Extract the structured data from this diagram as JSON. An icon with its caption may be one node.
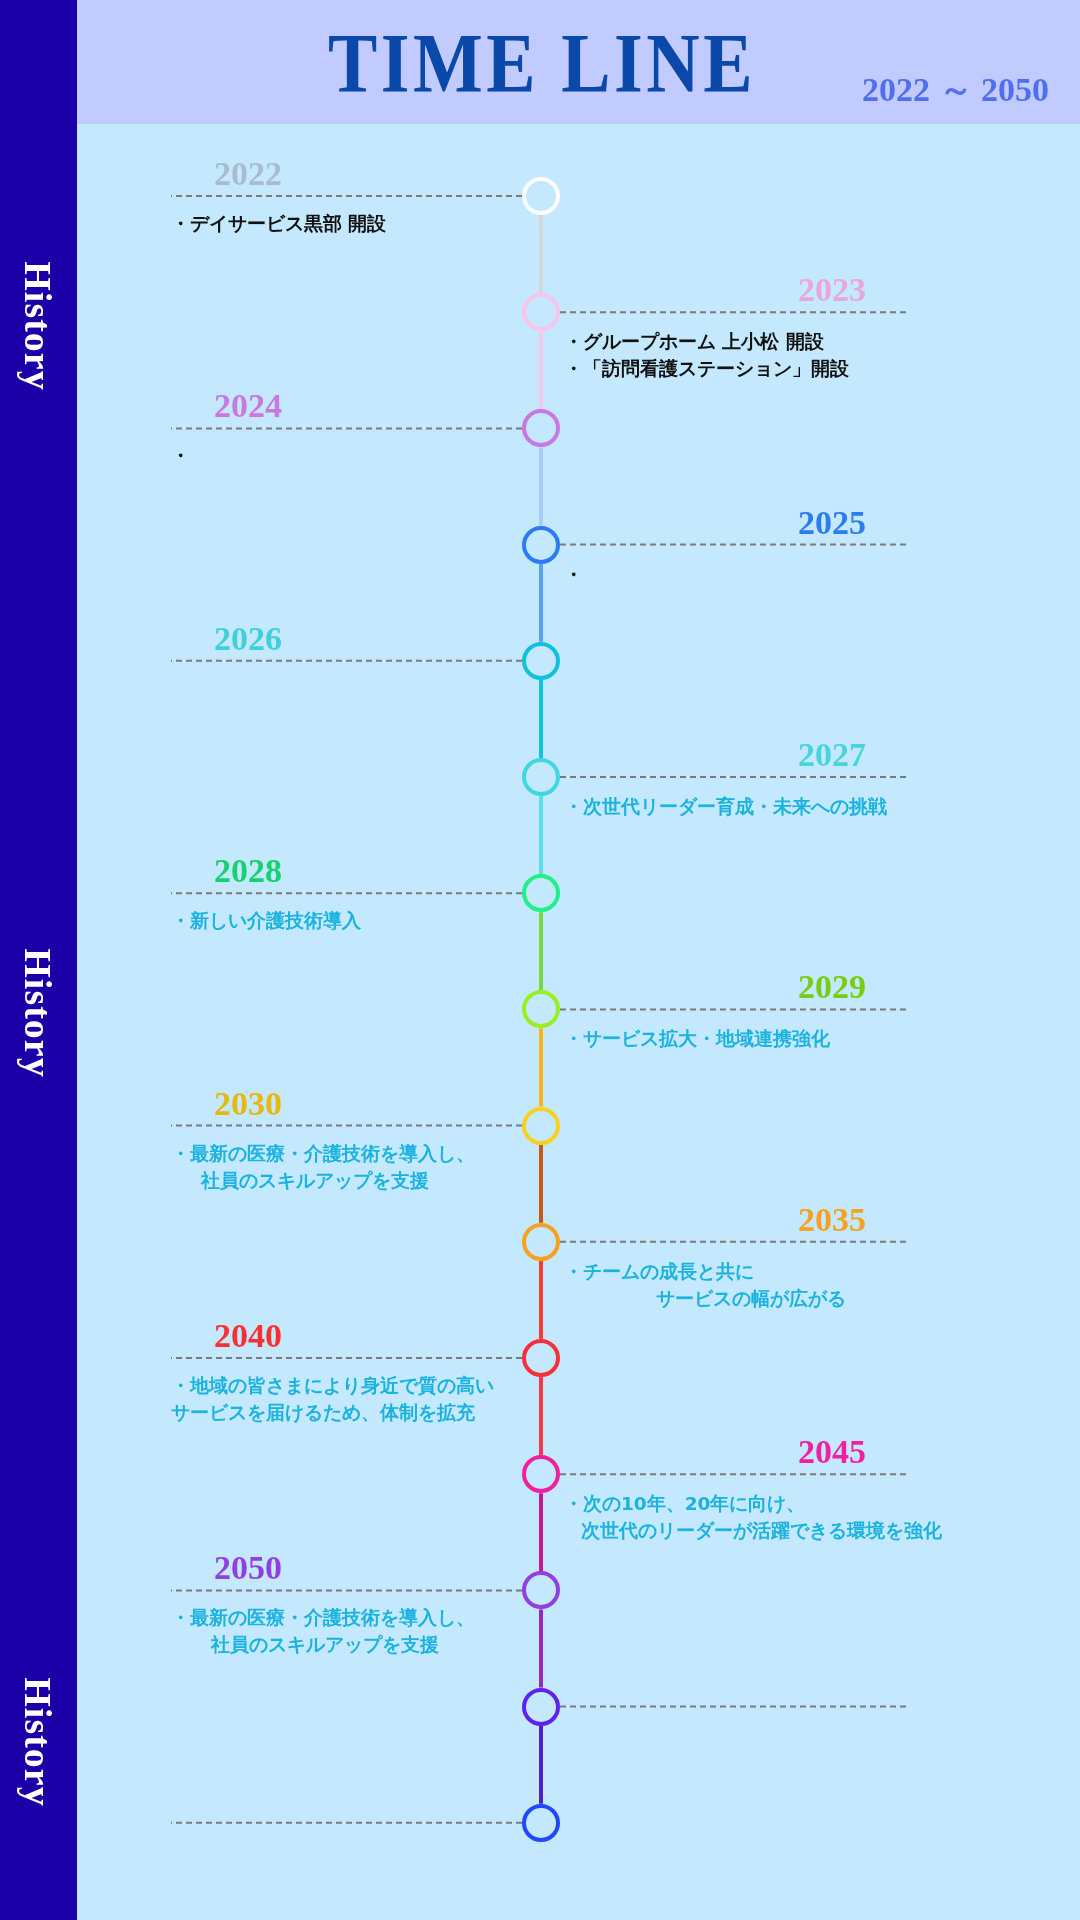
{
  "diagram": {
    "title": "TIME LINE",
    "nodes": [
      {
        "text": [],
        "shape": "circle"
      },
      {
        "text": [],
        "shape": "circle"
      },
      {
        "text": [],
        "shape": "circle"
      },
      {
        "text": [],
        "shape": "circle"
      },
      {
        "text": [],
        "shape": "circle"
      },
      {
        "text": [],
        "shape": "circle"
      },
      {
        "text": [],
        "shape": "circle"
      },
      {
        "text": [],
        "shape": "circle"
      },
      {
        "text": [],
        "shape": "circle"
      },
      {
        "text": [],
        "shape": "circle"
      },
      {
        "text": [],
        "shape": "circle"
      },
      {
        "text": [],
        "shape": "circle"
      },
      {
        "text": [],
        "shape": "circle"
      },
      {
        "text": [],
        "shape": "circle"
      },
      {
        "text": [],
        "shape": "circle"
      }
    ],
    "edges": [
      {
        "from": 0,
        "to": 1,
        "arrow": "none",
        "color": "#d4d8dc"
      },
      {
        "from": 1,
        "to": 2,
        "arrow": "none",
        "color": "#f4c8ec"
      },
      {
        "from": 2,
        "to": 3,
        "arrow": "none",
        "color": "#a8ccf8"
      },
      {
        "from": 3,
        "to": 4,
        "arrow": "none",
        "color": "#5aa0f0"
      },
      {
        "from": 4,
        "to": 5,
        "arrow": "none",
        "color": "#10c4dc"
      },
      {
        "from": 5,
        "to": 6,
        "arrow": "none",
        "color": "#58e0e4"
      },
      {
        "from": 6,
        "to": 7,
        "arrow": "none",
        "color": "#78d848"
      },
      {
        "from": 7,
        "to": 8,
        "arrow": "none",
        "color": "#f8b418"
      },
      {
        "from": 8,
        "to": 9,
        "arrow": "none",
        "color": "#c85818"
      },
      {
        "from": 9,
        "to": 10,
        "arrow": "none",
        "color": "#f83c30"
      },
      {
        "from": 10,
        "to": 11,
        "arrow": "none",
        "color": "#f83848"
      },
      {
        "from": 11,
        "to": 12,
        "arrow": "none",
        "color": "#c81890"
      },
      {
        "from": 12,
        "to": 13,
        "arrow": "none",
        "color": "#9828c0"
      },
      {
        "from": 13,
        "to": 14,
        "arrow": "none",
        "color": "#5020c8"
      },
      {
        "from": 0,
        "to": null,
        "arrow": "none",
        "style": "dashed"
      },
      {
        "from": 1,
        "to": null,
        "arrow": "none",
        "style": "dashed"
      },
      {
        "from": 2,
        "to": null,
        "arrow": "none",
        "style": "dashed"
      },
      {
        "from": 3,
        "to": null,
        "arrow": "none",
        "style": "dashed"
      },
      {
        "from": 4,
        "to": null,
        "arrow": "none",
        "style": "dashed"
      },
      {
        "from": 5,
        "to": null,
        "arrow": "none",
        "style": "dashed"
      },
      {
        "from": 6,
        "to": null,
        "arrow": "none",
        "style": "dashed"
      },
      {
        "from": 7,
        "to": null,
        "arrow": "none",
        "style": "dashed"
      },
      {
        "from": 8,
        "to": null,
        "arrow": "none",
        "style": "dashed"
      },
      {
        "from": 9,
        "to": null,
        "arrow": "none",
        "style": "dashed"
      },
      {
        "from": 10,
        "to": null,
        "arrow": "none",
        "style": "dashed"
      },
      {
        "from": 11,
        "to": null,
        "arrow": "none",
        "style": "dashed"
      },
      {
        "from": 12,
        "to": null,
        "arrow": "none",
        "style": "dashed"
      },
      {
        "from": 13,
        "to": null,
        "arrow": "none",
        "style": "dashed"
      },
      {
        "from": 14,
        "to": null,
        "arrow": "none",
        "style": "dashed"
      }
    ],
    "labels": [
      "2022 ～ 2050",
      "History",
      "History",
      "History",
      "2022",
      "・デイサービス黒部 開設",
      "2023",
      "・グループホーム 上小松 開設",
      "・「訪問看護ステーション」開設",
      "2024",
      "・",
      "2025",
      "・",
      "2026",
      "2027",
      "・次世代リーダー育成・未来への挑戦",
      "2028",
      "・新しい介護技術導入",
      "2029",
      "・サービス拡大・地域連携強化",
      "2030",
      "・最新の医療・介護技術を導入し、社員のスキルアップを支援",
      "2035",
      "・チームの成長と共にサービスの幅が広がる",
      "2040",
      "・地域の皆さまにより身近で質の高いサービスを届けるため、体制を拡充",
      "2045",
      "・次の10年、20年に向け、次世代のリーダーが活躍できる環境を強化",
      "2050",
      "・最新の医療・介護技術を導入し、社員のスキルアップを支援"
    ]
  }
}
